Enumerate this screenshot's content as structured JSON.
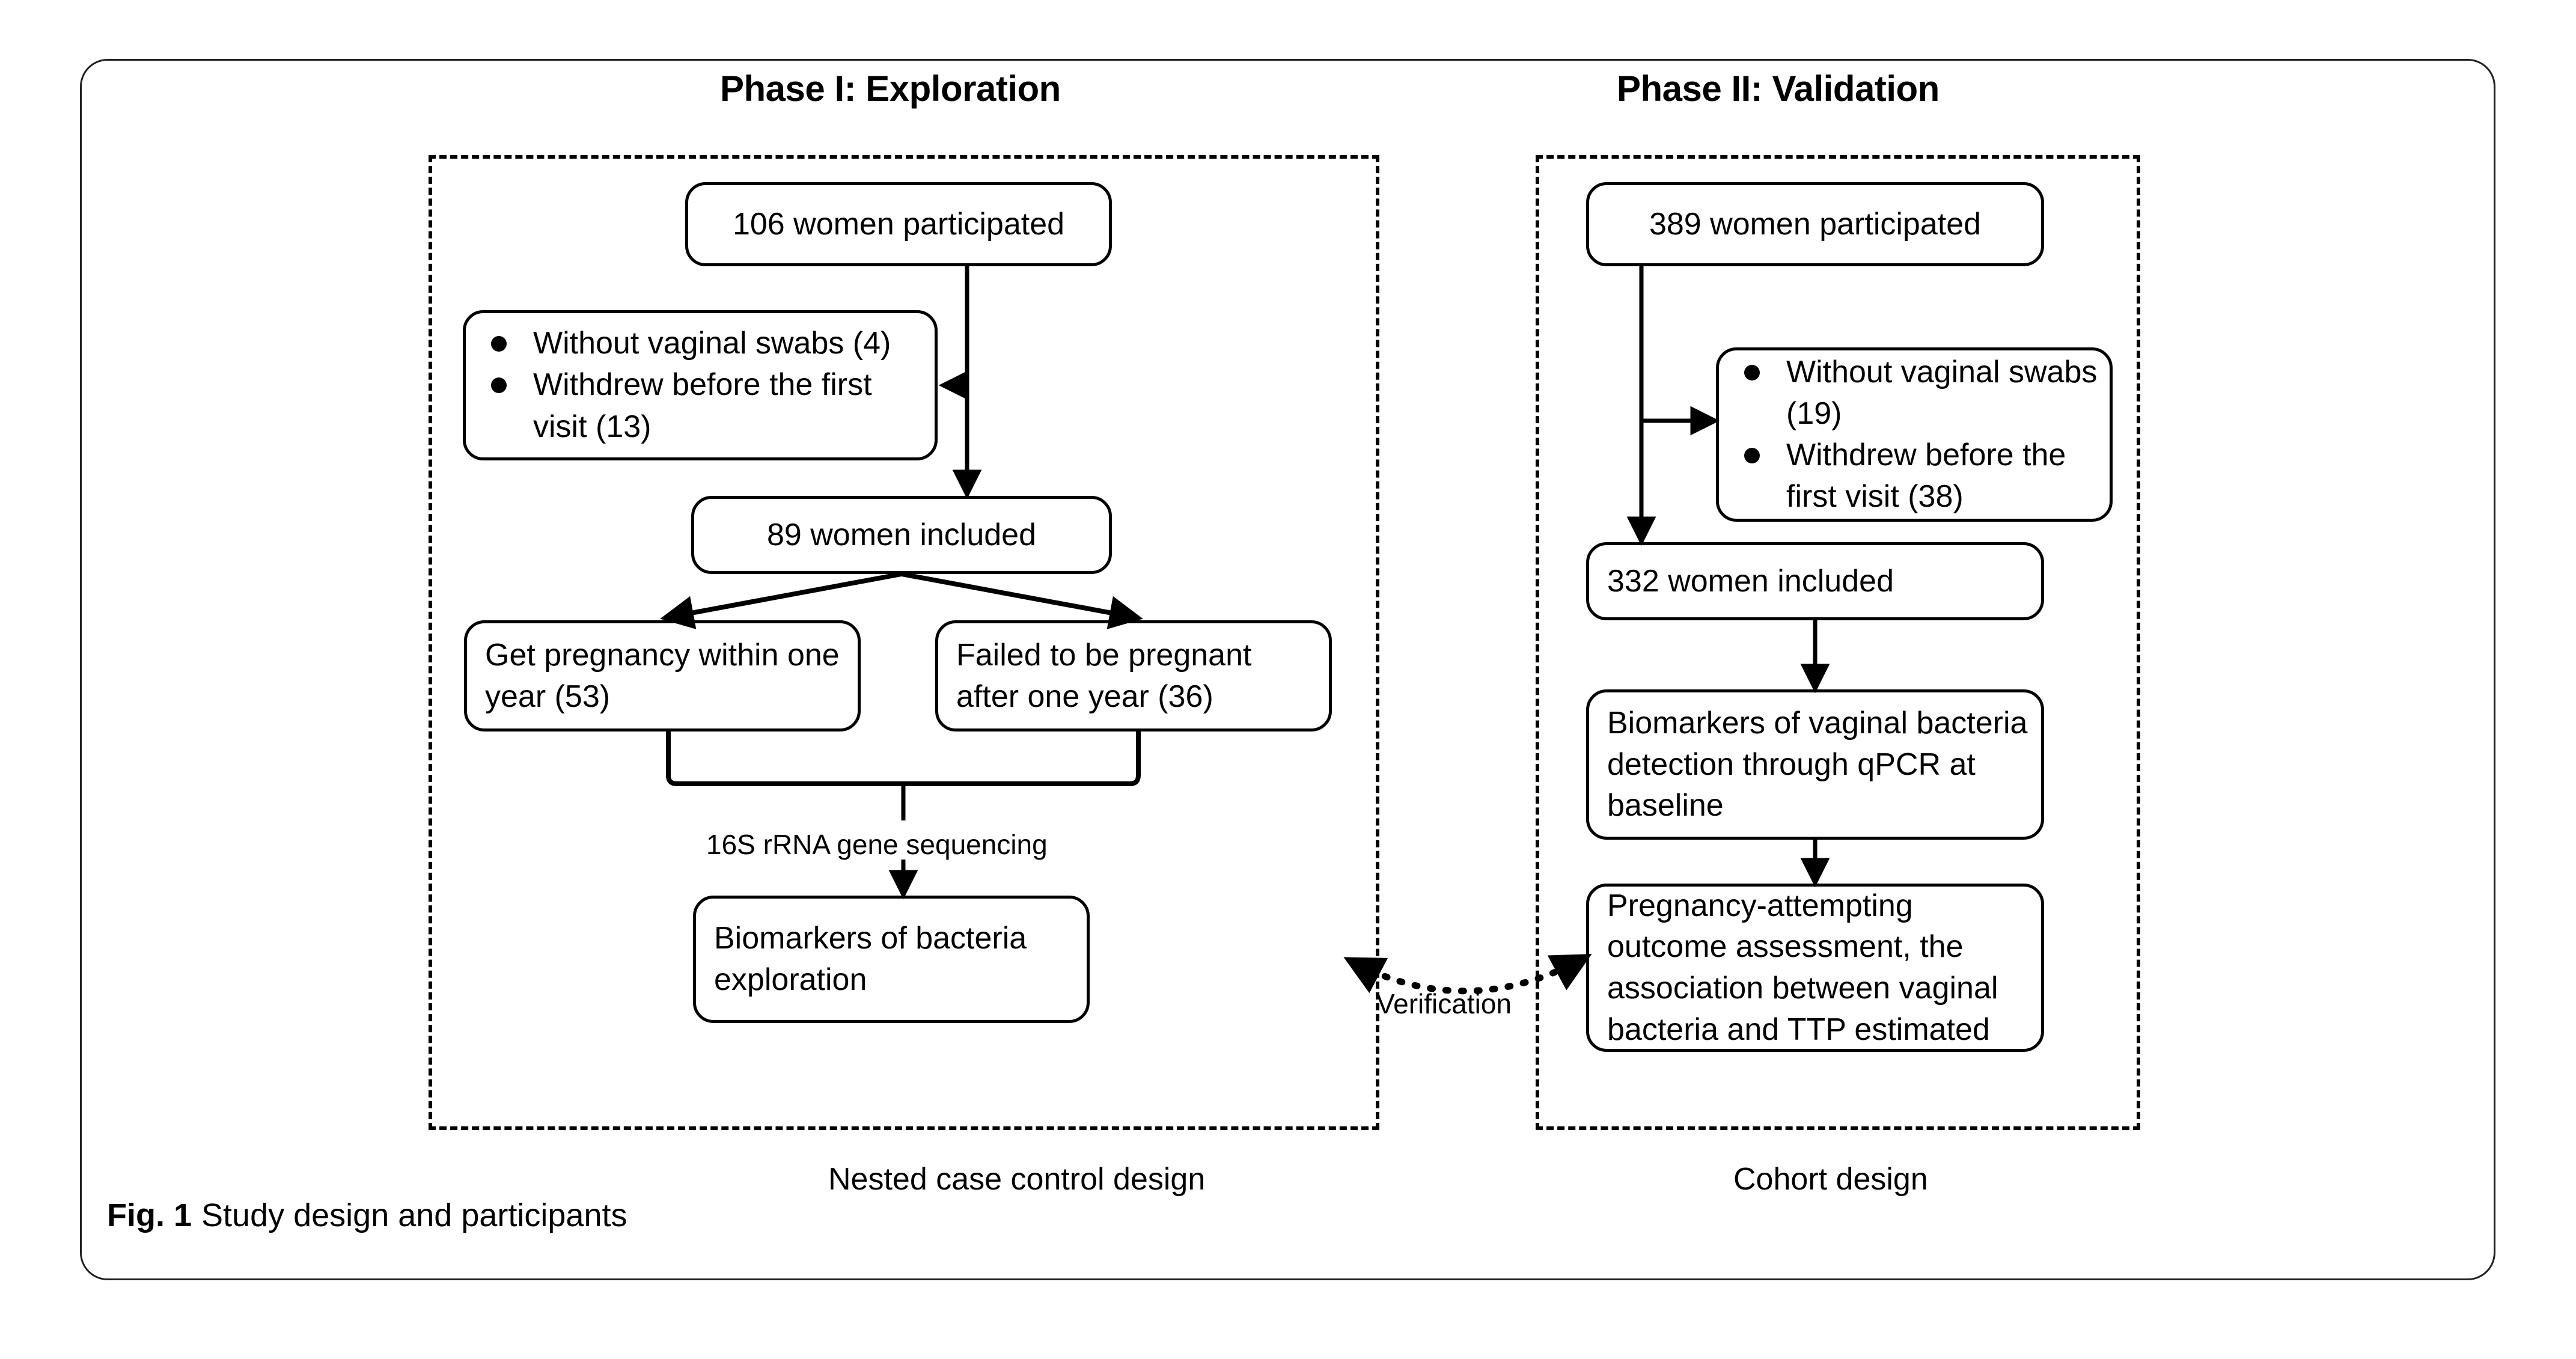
{
  "figure": {
    "caption_label": "Fig. 1",
    "caption_text": "Study design and participants"
  },
  "phases": {
    "left": {
      "title": "Phase I: Exploration",
      "design_label": "Nested case control design",
      "nodes": {
        "participated": "106 women participated",
        "excluded": {
          "items": [
            "Without vaginal swabs (4)",
            "Withdrew before the first visit (13)"
          ]
        },
        "included": "89 women included",
        "case": "Get pregnancy within one year (53)",
        "control": "Failed to be pregnant after one year (36)",
        "outcome": "Biomarkers of bacteria exploration"
      },
      "edge_label": "16S rRNA gene sequencing"
    },
    "right": {
      "title": "Phase II: Validation",
      "design_label": "Cohort design",
      "nodes": {
        "participated": "389 women participated",
        "excluded": {
          "items": [
            "Without vaginal swabs (19)",
            "Withdrew before the first visit (38)"
          ]
        },
        "included": "332 women included",
        "detection": "Biomarkers of vaginal bacteria detection through qPCR at baseline",
        "assessment": "Pregnancy-attempting outcome assessment, the association between vaginal bacteria and TTP estimated"
      }
    }
  },
  "cross_link": {
    "label": "Verification"
  },
  "colors": {
    "stroke": "#000000",
    "frame": "#231f20",
    "background": "#ffffff"
  }
}
